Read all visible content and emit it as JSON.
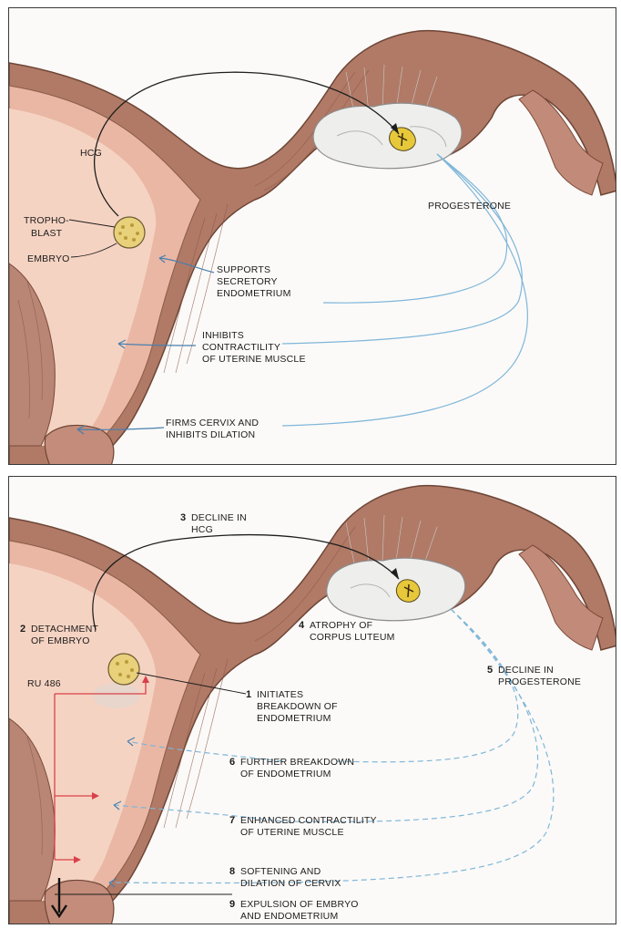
{
  "top": {
    "hcg": "HCG",
    "tropho_1": "TROPHO-",
    "tropho_2": "BLAST",
    "embryo": "EMBRYO",
    "progesterone": "PROGESTERONE",
    "supports_1": "SUPPORTS",
    "supports_2": "SECRETORY",
    "supports_3": "ENDOMETRIUM",
    "inhibits_1": "INHIBITS",
    "inhibits_2": "CONTRACTILITY",
    "inhibits_3": "OF UTERINE MUSCLE",
    "firms_1": "FIRMS CERVIX AND",
    "firms_2": "INHIBITS DILATION"
  },
  "bottom": {
    "s3_num": "3",
    "s3_1": "DECLINE IN",
    "s3_2": "HCG",
    "s2_num": "2",
    "s2_1": "DETACHMENT",
    "s2_2": "OF EMBRYO",
    "s4_num": "4",
    "s4_1": "ATROPHY OF",
    "s4_2": "CORPUS LUTEUM",
    "s5_num": "5",
    "s5_1": "DECLINE IN",
    "s5_2": "PROGESTERONE",
    "ru486": "RU 486",
    "s1_num": "1",
    "s1_1": "INITIATES",
    "s1_2": "BREAKDOWN OF",
    "s1_3": "ENDOMETRIUM",
    "s6_num": "6",
    "s6_1": "FURTHER BREAKDOWN",
    "s6_2": "OF ENDOMETRIUM",
    "s7_num": "7",
    "s7_1": "ENHANCED CONTRACTILITY",
    "s7_2": "OF UTERINE MUSCLE",
    "s8_num": "8",
    "s8_1": "SOFTENING AND",
    "s8_2": "DILATION OF CERVIX",
    "s9_num": "9",
    "s9_1": "EXPULSION OF EMBRYO",
    "s9_2": "AND ENDOMETRIUM"
  },
  "colors": {
    "muscle": "#a8705f",
    "endometrium": "#f2c4b1",
    "cavity": "#f7dccd",
    "progesterone_line": "#7fb6d9",
    "ru486_line": "#d9404a"
  }
}
